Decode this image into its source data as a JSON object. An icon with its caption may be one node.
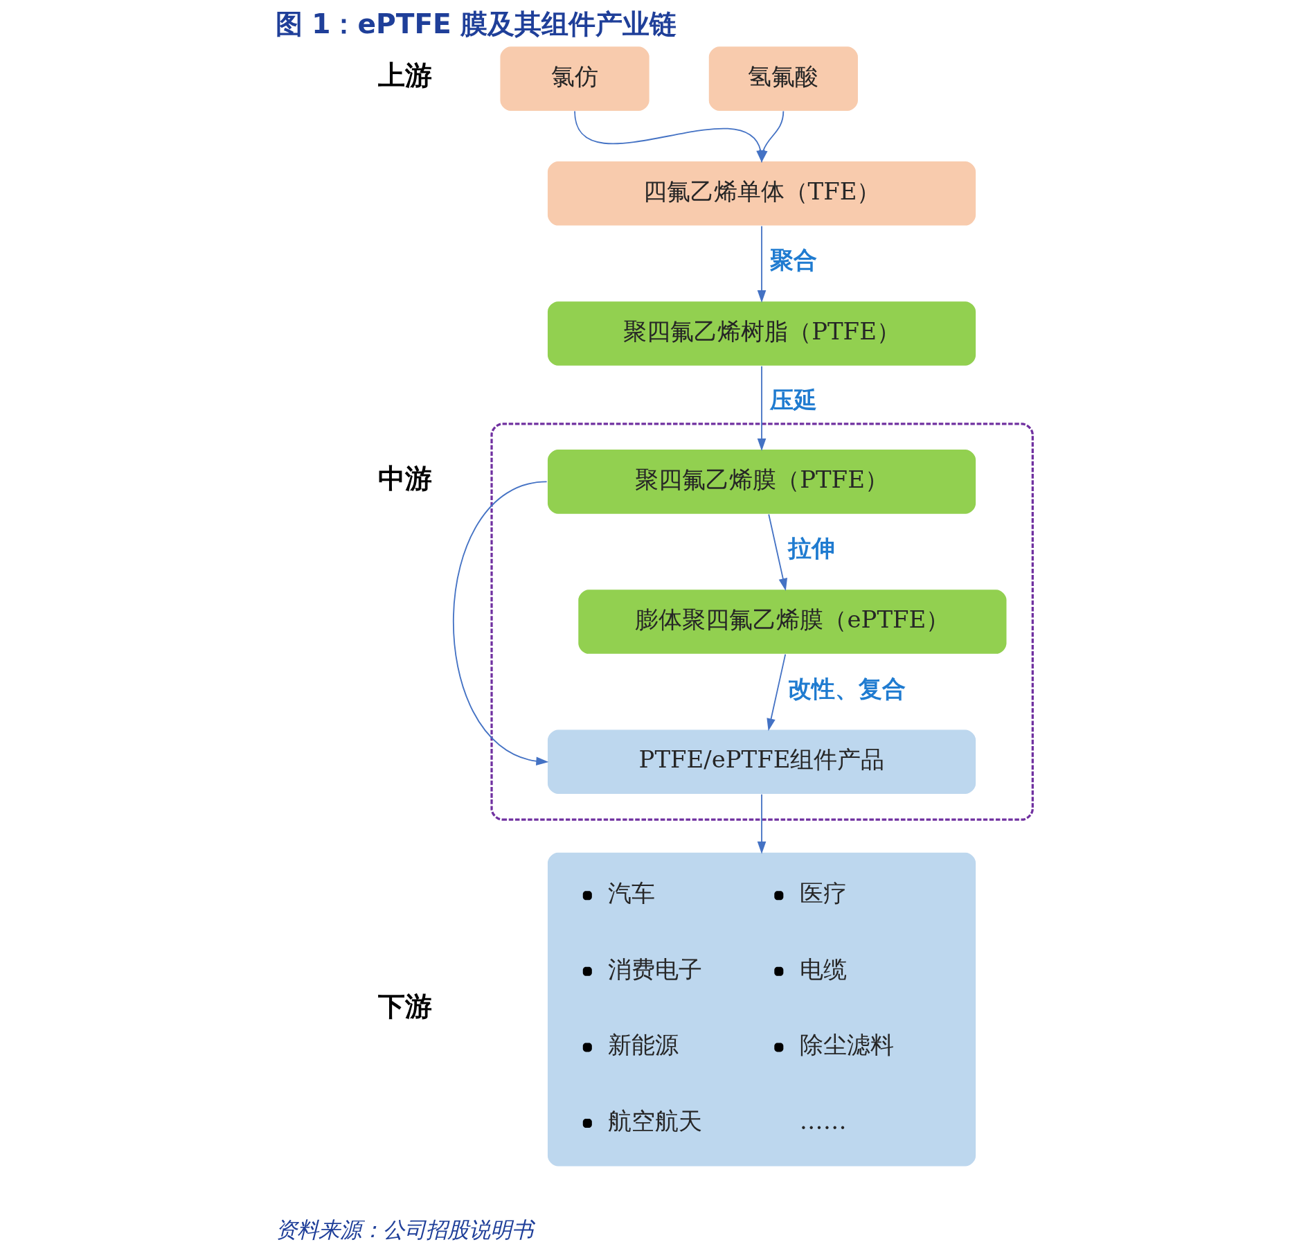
{
  "diagram": {
    "title": "图 1：ePTFE 膜及其组件产业链",
    "caption": "资料来源：公司招股说明书",
    "nodes": [
      {
        "text": [
          "氯仿"
        ]
      },
      {
        "text": [
          "氢氟酸"
        ]
      },
      {
        "text": [
          "四氟乙烯单体（TFE）"
        ]
      },
      {
        "text": [
          "聚四氟乙烯树脂（PTFE）"
        ]
      },
      {
        "text": [],
        "shape": "box"
      },
      {
        "text": [
          "聚四氟乙烯膜（PTFE）"
        ],
        "in": 4
      },
      {
        "text": [
          "膨体聚四氟乙烯膜（ePTFE）"
        ],
        "in": 4
      },
      {
        "text": [
          "PTFE/ePTFE组件产品"
        ],
        "in": 4
      },
      {
        "text": [
          "汽车",
          "医疗",
          "消费电子",
          "电缆",
          "新能源",
          "除尘滤料",
          "航空航天",
          "……"
        ]
      }
    ],
    "edges": [
      {
        "from": 0,
        "to": 2,
        "arrow": "to"
      },
      {
        "from": 1,
        "to": 2,
        "arrow": "to"
      },
      {
        "from": 2,
        "to": 3,
        "arrow": "to",
        "label": "聚合"
      },
      {
        "from": 3,
        "to": 5,
        "arrow": "to",
        "label": "压延"
      },
      {
        "from": 5,
        "to": 6,
        "arrow": "to",
        "label": "拉伸"
      },
      {
        "from": 6,
        "to": 7,
        "arrow": "to",
        "label": "改性、复合"
      },
      {
        "from": 5,
        "to": 7,
        "arrow": "to"
      },
      {
        "from": 7,
        "to": 8,
        "arrow": "to"
      }
    ],
    "labels": [
      "上游",
      "中游",
      "下游"
    ]
  }
}
